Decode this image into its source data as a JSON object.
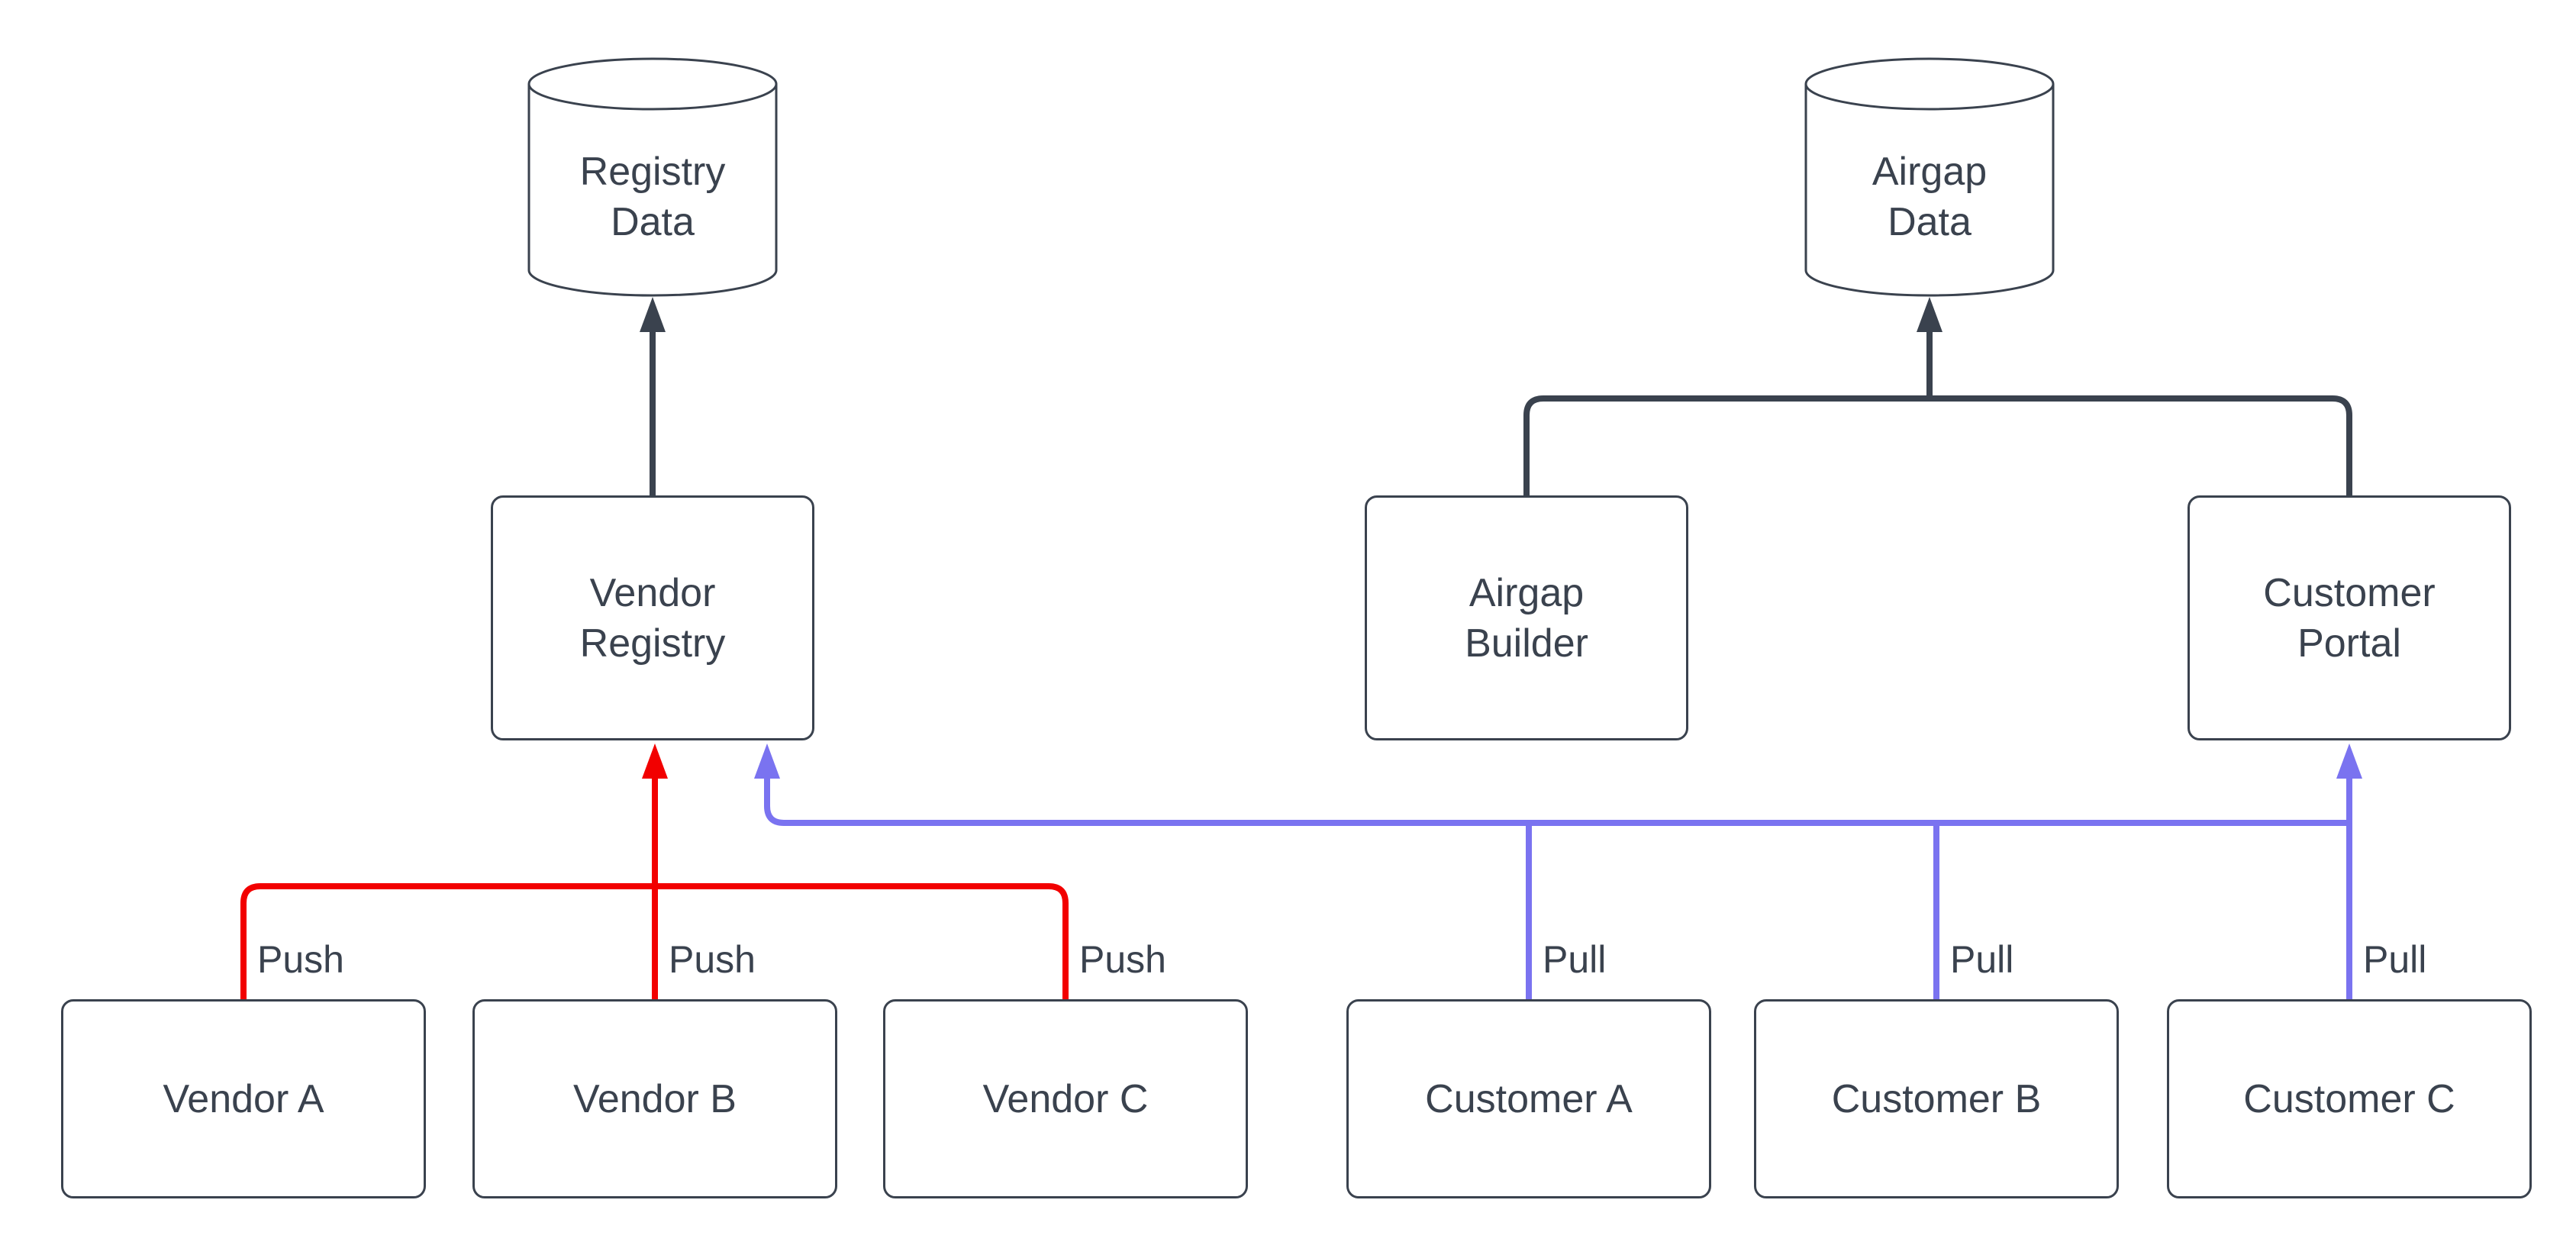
{
  "diagram": {
    "type": "flowchart",
    "background": "#ffffff",
    "colors": {
      "stroke_dark": "#3a424e",
      "text": "#3a424e",
      "push_edge": "#f20000",
      "pull_edge": "#7a73f0",
      "node_fill": "#ffffff"
    },
    "nodes": {
      "registry_data": {
        "label": "Registry\nData",
        "shape": "cylinder"
      },
      "airgap_data": {
        "label": "Airgap\nData",
        "shape": "cylinder"
      },
      "vendor_registry": {
        "label": "Vendor\nRegistry",
        "shape": "box"
      },
      "airgap_builder": {
        "label": "Airgap\nBuilder",
        "shape": "box"
      },
      "customer_portal": {
        "label": "Customer\nPortal",
        "shape": "box"
      },
      "vendor_a": {
        "label": "Vendor A",
        "shape": "box"
      },
      "vendor_b": {
        "label": "Vendor B",
        "shape": "box"
      },
      "vendor_c": {
        "label": "Vendor C",
        "shape": "box"
      },
      "customer_a": {
        "label": "Customer A",
        "shape": "box"
      },
      "customer_b": {
        "label": "Customer B",
        "shape": "box"
      },
      "customer_c": {
        "label": "Customer C",
        "shape": "box"
      }
    },
    "edge_labels": {
      "push": "Push",
      "pull": "Pull"
    },
    "edges": [
      {
        "from": "vendor_registry",
        "to": "registry_data",
        "label": "",
        "color": "dark"
      },
      {
        "from": "airgap_builder",
        "to": "airgap_data",
        "label": "",
        "color": "dark"
      },
      {
        "from": "customer_portal",
        "to": "airgap_data",
        "label": "",
        "color": "dark"
      },
      {
        "from": "vendor_a",
        "to": "vendor_registry",
        "label": "Push",
        "color": "red"
      },
      {
        "from": "vendor_b",
        "to": "vendor_registry",
        "label": "Push",
        "color": "red"
      },
      {
        "from": "vendor_c",
        "to": "vendor_registry",
        "label": "Push",
        "color": "red"
      },
      {
        "from": "customer_a",
        "to": "vendor_registry",
        "label": "Pull",
        "color": "blue"
      },
      {
        "from": "customer_b",
        "to": "vendor_registry",
        "label": "Pull",
        "color": "blue"
      },
      {
        "from": "customer_c",
        "to": "vendor_registry",
        "label": "Pull",
        "color": "blue"
      },
      {
        "from": "customer_a",
        "to": "customer_portal",
        "label": "Pull",
        "color": "blue"
      },
      {
        "from": "customer_b",
        "to": "customer_portal",
        "label": "Pull",
        "color": "blue"
      },
      {
        "from": "customer_c",
        "to": "customer_portal",
        "label": "Pull",
        "color": "blue"
      }
    ]
  }
}
